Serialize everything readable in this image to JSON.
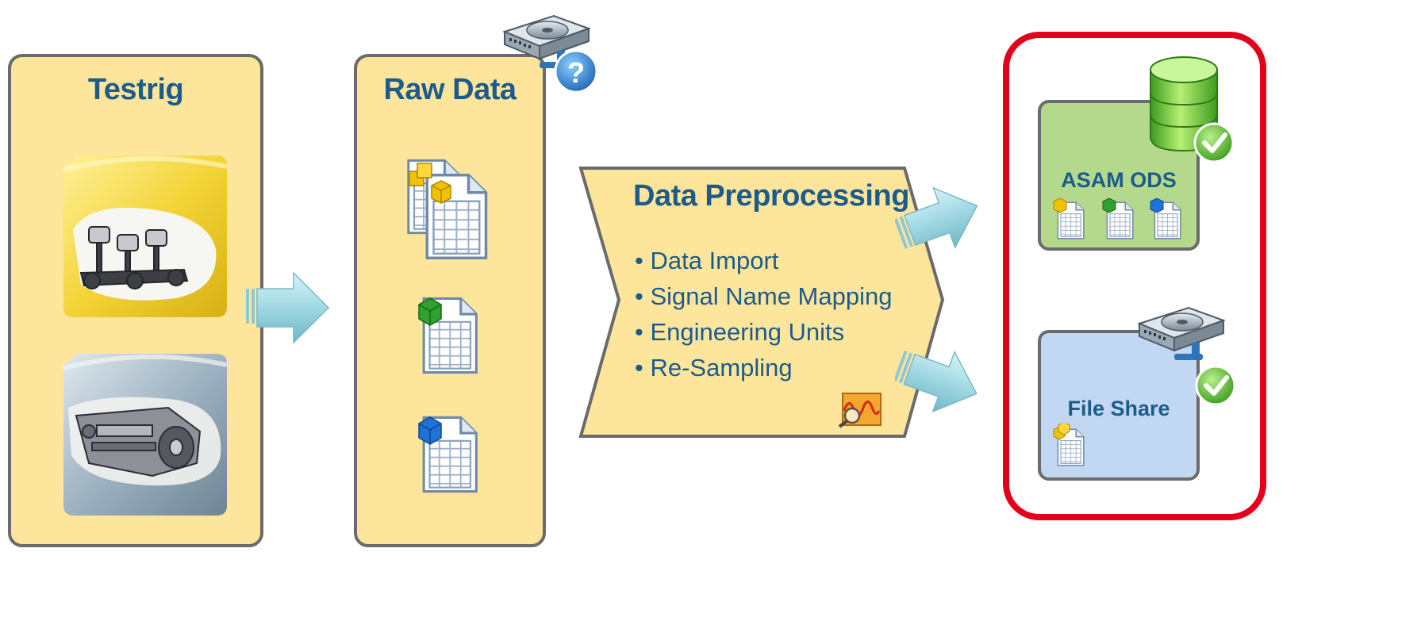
{
  "testrig": {
    "title": "Testrig",
    "items": [
      {
        "name": "engine",
        "icon": "engine-pistons-icon"
      },
      {
        "name": "transmission",
        "icon": "gearbox-icon"
      }
    ]
  },
  "raw_data": {
    "title": "Raw Data",
    "status_icon": "hard-drive-question-icon",
    "files": [
      {
        "icon": "yellow-data-file-icon",
        "color": "#f2c200"
      },
      {
        "icon": "green-data-file-icon",
        "color": "#2fa12f"
      },
      {
        "icon": "blue-data-file-icon",
        "color": "#1e73d8"
      }
    ]
  },
  "preprocessing": {
    "title": "Data Preprocessing",
    "steps": [
      "Data Import",
      "Signal Name Mapping",
      "Engineering Units",
      "Re-Sampling"
    ],
    "icon": "signal-analysis-icon"
  },
  "storage": {
    "frame_color": "#e3001b",
    "asam": {
      "title": "ASAM ODS",
      "icon": "database-check-icon",
      "background": "#b5d98c",
      "files": [
        "yellow-data-file-icon",
        "green-data-file-icon",
        "blue-data-file-icon"
      ]
    },
    "fileshare": {
      "title": "File Share",
      "icon": "hard-drive-check-icon",
      "background": "#c2d8f2",
      "files": [
        "yellow-data-file-icon"
      ]
    }
  },
  "colors": {
    "panel_fill": "#fde59b",
    "panel_border": "#6b6b6b",
    "title_text": "#1c5c8c",
    "arrow_fill": "#9fd8e3"
  }
}
